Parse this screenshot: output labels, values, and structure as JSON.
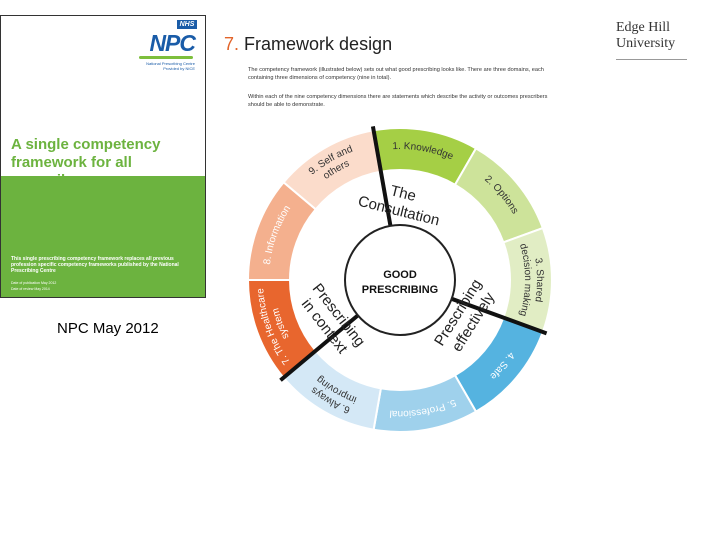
{
  "cover": {
    "nhs_badge": "NHS",
    "logo": "NPC",
    "logo_sub": "National Prescribing Centre",
    "logo_sub2": "Provided by NICE",
    "title": "A single competency framework for all prescribers",
    "description": "This single prescribing competency framework replaces all previous profession specific competency frameworks published by the National Prescribing Centre",
    "date_line1": "Date of publication May 2012",
    "date_line2": "Date of review May 2014"
  },
  "caption": "NPC May 2012",
  "header": {
    "number": "7.",
    "title": "Framework design"
  },
  "intro": {
    "paragraph1": "The competency framework (illustrated below) sets out what good prescribing looks like. There are three domains, each containing three dimensions of competency (nine in total).",
    "paragraph2": "Within each of the nine competency dimensions there are statements which describe the activity or outcomes prescribers should be able to demonstrate."
  },
  "university": {
    "line1": "Edge Hill",
    "line2": "University"
  },
  "wheel": {
    "center_line1": "GOOD",
    "center_line2": "PRESCRIBING",
    "domains": [
      {
        "lines": [
          "The",
          "Consultation"
        ]
      },
      {
        "lines": [
          "Prescribing",
          "effectively"
        ]
      },
      {
        "lines": [
          "Prescribing",
          "in context"
        ]
      }
    ],
    "segments": [
      {
        "lines": [
          "1. Knowledge"
        ],
        "color": "#a5cf45",
        "text_color": "#333333"
      },
      {
        "lines": [
          "2. Options"
        ],
        "color": "#cde39a",
        "text_color": "#333333"
      },
      {
        "lines": [
          "3. Shared",
          "decision making"
        ],
        "color": "#e1edc4",
        "text_color": "#333333"
      },
      {
        "lines": [
          "4. Safe"
        ],
        "color": "#55b3e0",
        "text_color": "#ffffff"
      },
      {
        "lines": [
          "5. Professional"
        ],
        "color": "#9fd1ec",
        "text_color": "#ffffff"
      },
      {
        "lines": [
          "6. Always",
          "improving"
        ],
        "color": "#d4e8f6",
        "text_color": "#333333"
      },
      {
        "lines": [
          "7. The Healthcare",
          "system"
        ],
        "color": "#e8662e",
        "text_color": "#ffffff"
      },
      {
        "lines": [
          "8. Information"
        ],
        "color": "#f4b08e",
        "text_color": "#ffffff"
      },
      {
        "lines": [
          "9. Self and",
          "others"
        ],
        "color": "#fbdccb",
        "text_color": "#333333"
      }
    ]
  }
}
